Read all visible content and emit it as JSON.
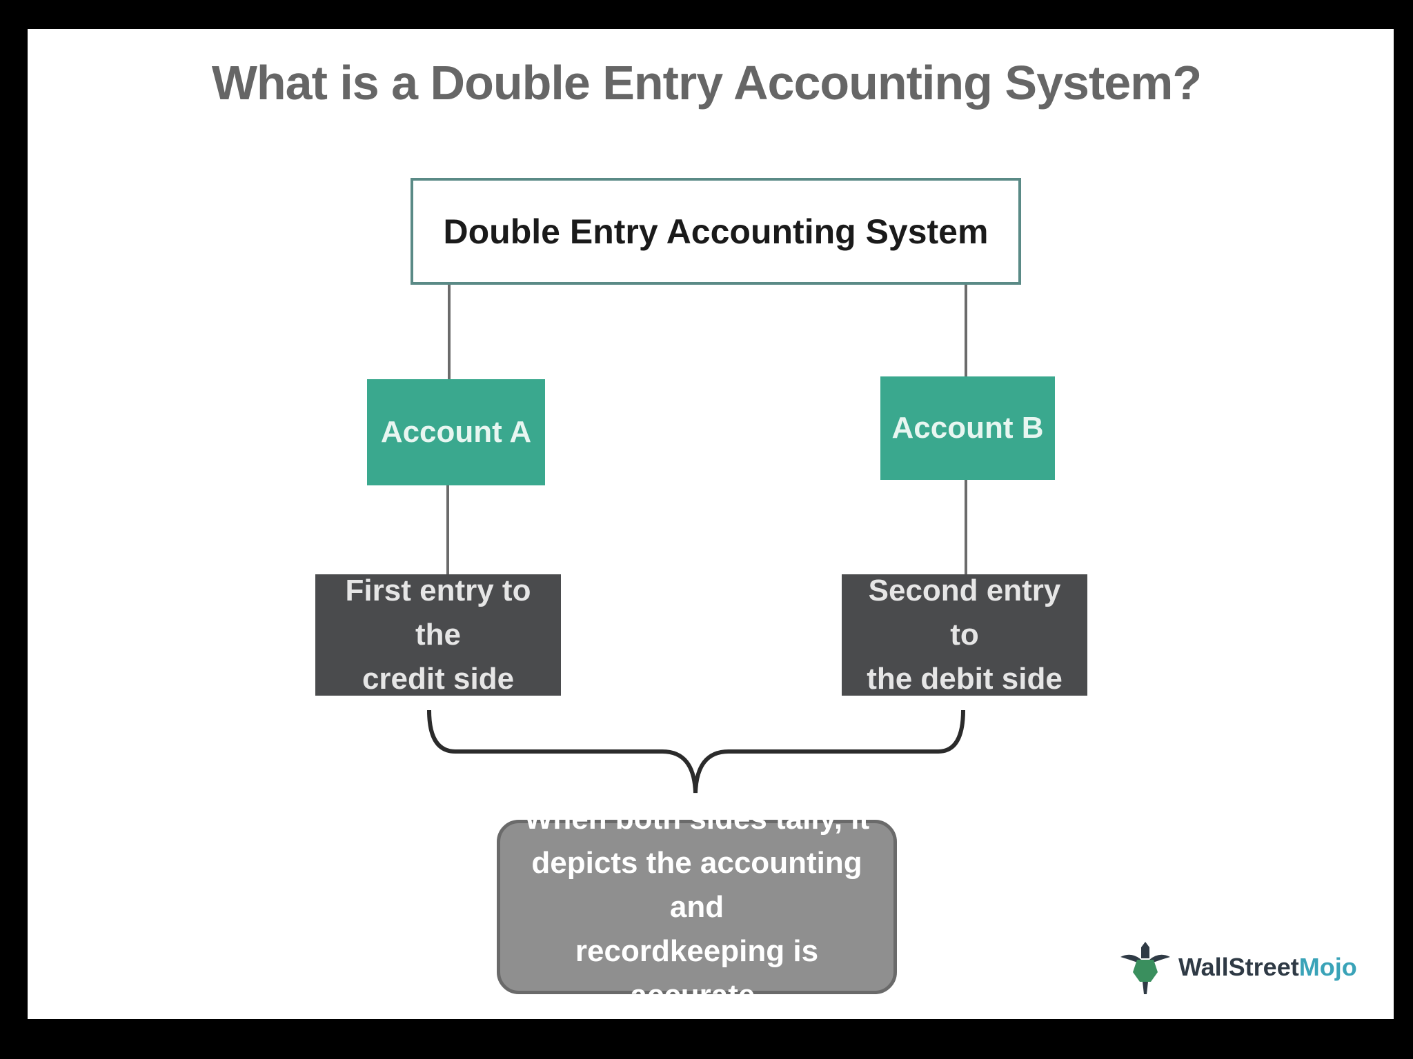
{
  "title": "What is a Double Entry Accounting System?",
  "top_box": "Double Entry Accounting System",
  "account_a": "Account A",
  "account_b": "Account B",
  "entry_credit": {
    "line1": "First entry to the",
    "line2": "credit side"
  },
  "entry_debit": {
    "line1": "Second entry to",
    "line2": "the debit side"
  },
  "result": {
    "line1": "When both sides tally, it",
    "line2": "depicts the accounting and",
    "line3": "recordkeeping is accurate."
  },
  "logo": {
    "part1": "WallStreet",
    "part2": "Mojo"
  },
  "colors": {
    "background": "#000000",
    "canvas": "#ffffff",
    "title": "#666666",
    "top_box_border": "#5a8a86",
    "account_fill": "#3aa88e",
    "entry_fill": "#4a4b4d",
    "result_fill": "#8f8f8f",
    "logo_accent": "#3aa3b8"
  }
}
